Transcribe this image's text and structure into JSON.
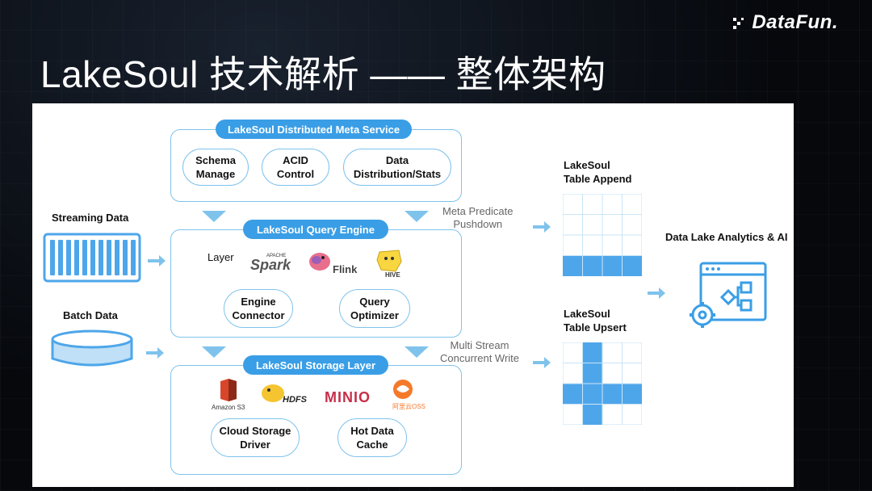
{
  "header": {
    "title": "LakeSoul 技术解析 —— 整体架构",
    "brand": "DataFun."
  },
  "diagram": {
    "meta_service": {
      "title": "LakeSoul Distributed Meta Service",
      "items": [
        [
          "Schema",
          "Manage"
        ],
        [
          "ACID",
          "Control"
        ],
        [
          "Data",
          "Distribution/Stats"
        ]
      ]
    },
    "query_engine": {
      "title": "LakeSoul Query Engine",
      "layer_label": "Layer",
      "logos": {
        "spark": "Spark",
        "spark_small": "APACHE",
        "flink": "Flink",
        "hive": "HIVE"
      },
      "items": [
        [
          "Engine",
          "Connector"
        ],
        [
          "Query",
          "Optimizer"
        ]
      ]
    },
    "storage_layer": {
      "title": "LakeSoul Storage Layer",
      "logos": {
        "s3": "Amazon S3",
        "hdfs": "HDFS",
        "minio": "MINIO",
        "oss": "阿里云OSS"
      },
      "items": [
        [
          "Cloud Storage",
          "Driver"
        ],
        [
          "Hot Data",
          "Cache"
        ]
      ]
    },
    "sources": {
      "streaming": "Streaming Data",
      "batch": "Batch Data"
    },
    "annotations": {
      "meta_predicate": [
        "Meta Predicate",
        "Pushdown"
      ],
      "multi_stream": [
        "Multi Stream",
        "Concurrent Write"
      ]
    },
    "tables": {
      "append": [
        "LakeSoul",
        "Table Append"
      ],
      "upsert": [
        "LakeSoul",
        "Table Upsert"
      ]
    },
    "analytics": "Data Lake Analytics & AI"
  },
  "colors": {
    "accent": "#3a9ee6",
    "border": "#7fc3ec",
    "fill": "#4ea6ea"
  }
}
